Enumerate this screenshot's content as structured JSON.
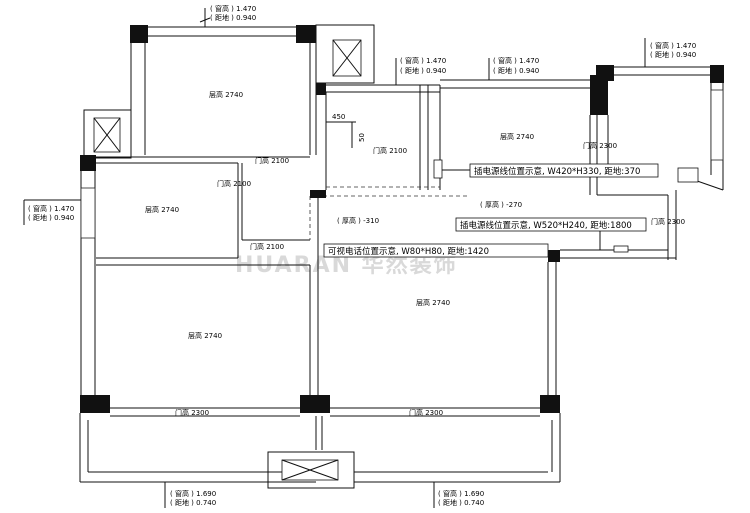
{
  "window_specs": {
    "top_left": {
      "line1": "( 窗高 ) 1.470",
      "line2": "( 距地 ) 0.940"
    },
    "top_mid_a": {
      "line1": "( 窗高 ) 1.470",
      "line2": "( 距地 ) 0.940"
    },
    "top_mid_b": {
      "line1": "( 窗高 ) 1.470",
      "line2": "( 距地 ) 0.940"
    },
    "top_right": {
      "line1": "( 窗高 ) 1.470",
      "line2": "( 距地 ) 0.940"
    },
    "left": {
      "line1": "( 窗高 ) 1.470",
      "line2": "( 距地 ) 0.940"
    },
    "bottom_left": {
      "line1": "( 窗高 ) 1.690",
      "line2": "( 距地 ) 0.740"
    },
    "bottom_right": {
      "line1": "( 窗高 ) 1.690",
      "line2": "( 距地 ) 0.740"
    }
  },
  "room_labels": {
    "bedroom_top": "层高 2740",
    "kitchen": "层高 2740",
    "bedroom_left": "层高 2740",
    "bedroom_bottom_left": "层高 2740",
    "living": "层高 2740",
    "hall_left": "( 厚高 ) -310",
    "hall_mid": "( 厚高 ) -270"
  },
  "door_labels": {
    "top_corridor": "门高 2100",
    "bedroom_left": "门高 2100",
    "bath": "门高 2100",
    "lower_corridor": "门高 2100",
    "kitchen_side": "门高 2300",
    "entry": "门高 2300",
    "bottom_left": "门高 2300",
    "bottom_right": "门高 2300"
  },
  "dimensions": {
    "d450": "450",
    "d50": "50"
  },
  "annotations": {
    "kitchen_note": "插电源线位置示意, W420*H330, 距地:370",
    "hall_note": "插电源线位置示意, W520*H240, 距地:1800",
    "living_note": "可视电话位置示意, W80*H80, 距地:1420"
  },
  "watermark": "HUARAN 华然装饰"
}
